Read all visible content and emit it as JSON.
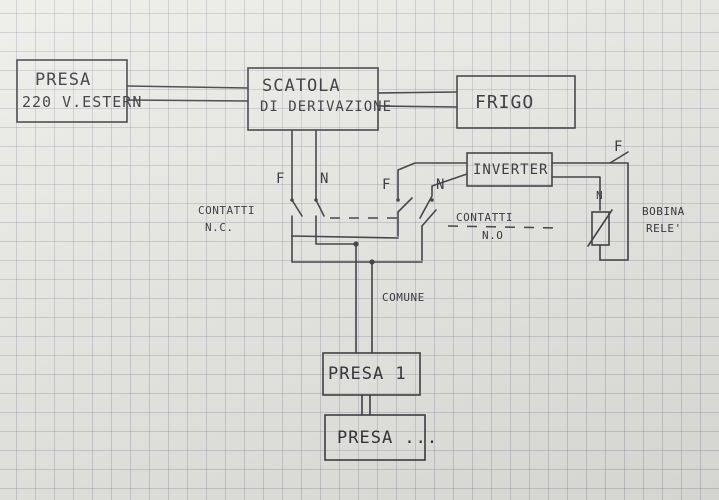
{
  "boxes": {
    "presa_220_line1": "PRESA",
    "presa_220_line2": "220 V.ESTERN",
    "scatola_line1": "SCATOLA",
    "scatola_line2": "DI DERIVAZIONE",
    "frigo": "FRIGO",
    "inverter": "INVERTER",
    "presa_1": "PRESA 1",
    "presa_n": "PRESA ..."
  },
  "labels": {
    "f_left": "F",
    "n_left": "N",
    "f_right": "F",
    "n_right": "N",
    "f_top": "F",
    "n_coil": "N",
    "contatti_nc_line1": "CONTATTI",
    "contatti_nc_line2": "N.C.",
    "contatti_no_line1": "CONTATTI",
    "contatti_no_line2": "N.O",
    "bobina_line1": "BOBINA",
    "bobina_line2": "RELE'",
    "comune": "COMUNE"
  },
  "colors": {
    "ink": "#3a3a40",
    "paper": "#ecece8",
    "grid": "#8a8a9c"
  }
}
